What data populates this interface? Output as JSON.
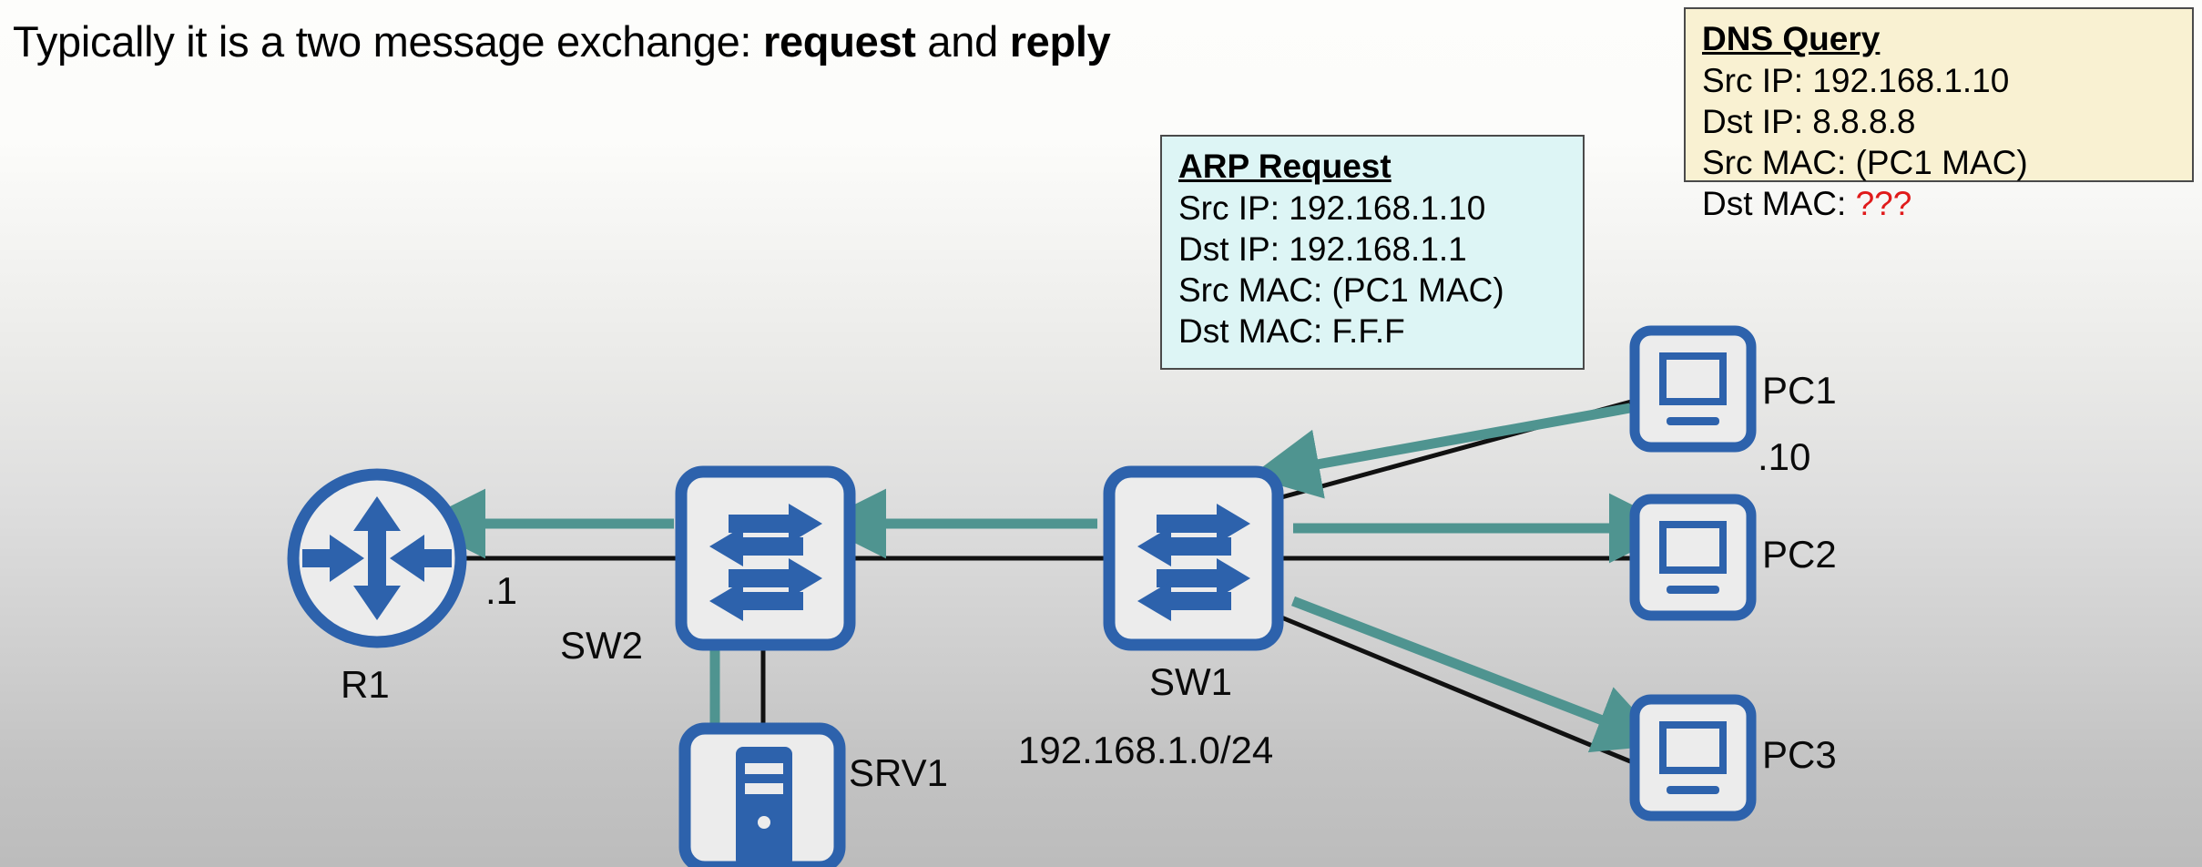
{
  "headline": {
    "part1": "Typically it is a two message exchange: ",
    "bold1": "request",
    "part2": " and ",
    "bold2": "reply"
  },
  "callouts": {
    "arp": {
      "title": "ARP Request",
      "rows": [
        "Src IP: 192.168.1.10",
        "Dst IP: 192.168.1.1",
        "Src MAC: (PC1 MAC)",
        "Dst MAC: F.F.F"
      ],
      "bg_color": "#ddf5f5",
      "border_color": "#4a4a4a"
    },
    "dns": {
      "title": "DNS Query",
      "rows": [
        "Src IP: 192.168.1.10",
        "Dst IP: 8.8.8.8",
        "Src MAC: (PC1 MAC)"
      ],
      "last_row_label": "Dst MAC: ",
      "last_row_value": "???",
      "unknown_color": "#e01b1b",
      "bg_color": "#f9f1d2",
      "border_color": "#4a4a4a"
    }
  },
  "topology": {
    "nodes": {
      "r1": {
        "label": "R1",
        "icon": "router-icon"
      },
      "r1_ip": {
        "label": ".1"
      },
      "sw2": {
        "label": "SW2",
        "icon": "switch-icon"
      },
      "srv1": {
        "label": "SRV1",
        "icon": "server-icon"
      },
      "sw1": {
        "label": "SW1",
        "icon": "switch-icon"
      },
      "subnet": {
        "label": "192.168.1.0/24"
      },
      "pc1": {
        "label": "PC1",
        "icon": "pc-icon"
      },
      "pc1_ip": {
        "label": ".10"
      },
      "pc2": {
        "label": "PC2",
        "icon": "pc-icon"
      },
      "pc3": {
        "label": "PC3",
        "icon": "pc-icon"
      }
    },
    "colors": {
      "device_blue": "#2d62ac",
      "link_black": "#111111",
      "flow_teal": "#4f9490"
    },
    "flows": [
      {
        "from": "pc1",
        "to": "sw1",
        "direction": "left-up"
      },
      {
        "from": "sw1",
        "to": "sw2",
        "direction": "left"
      },
      {
        "from": "sw2",
        "to": "r1",
        "direction": "left"
      },
      {
        "from": "sw2",
        "to": "srv1",
        "direction": "down"
      },
      {
        "from": "sw1",
        "to": "pc2",
        "direction": "right"
      },
      {
        "from": "sw1",
        "to": "pc3",
        "direction": "right-down"
      }
    ],
    "links": [
      {
        "from": "r1",
        "to": "sw2"
      },
      {
        "from": "sw2",
        "to": "sw1"
      },
      {
        "from": "sw2",
        "to": "srv1"
      },
      {
        "from": "sw1",
        "to": "pc1"
      },
      {
        "from": "sw1",
        "to": "pc2"
      },
      {
        "from": "sw1",
        "to": "pc3"
      }
    ]
  }
}
